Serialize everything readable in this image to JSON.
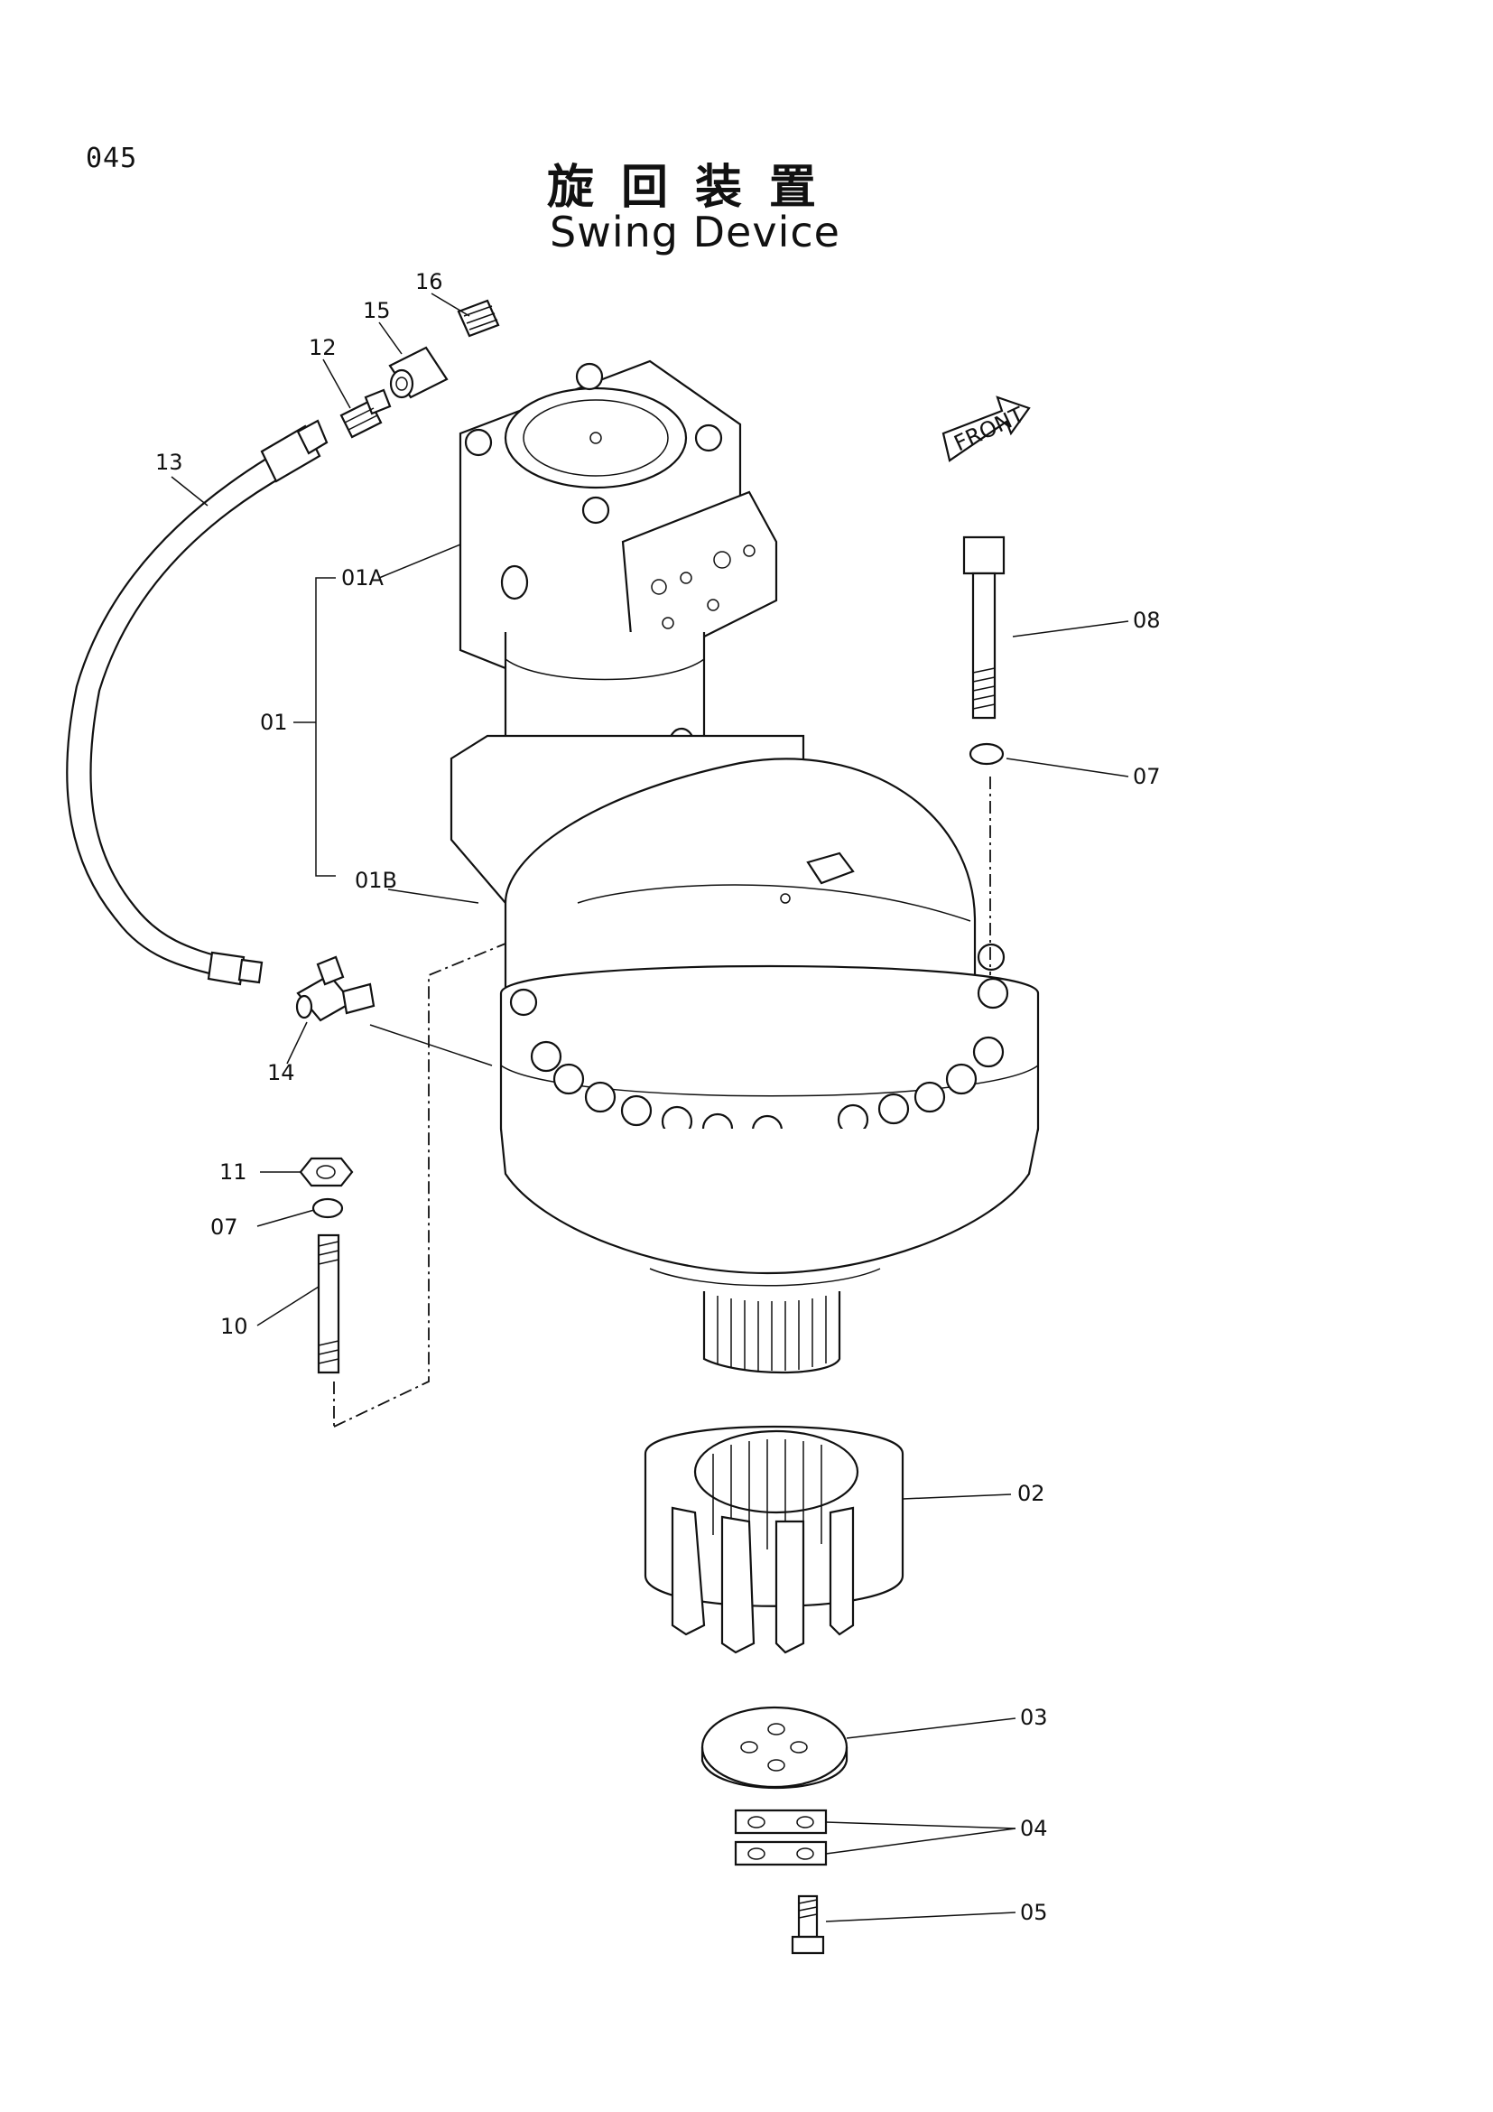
{
  "page_number": "045",
  "title_jp": "旋回装置",
  "title_en": "Swing Device",
  "front_arrow_text": "FRONT",
  "labels": {
    "p01": "01",
    "p01a": "01A",
    "p01b": "01B",
    "p02": "02",
    "p03": "03",
    "p04": "04",
    "p05": "05",
    "p07_right": "07",
    "p07_left": "07",
    "p08": "08",
    "p10": "10",
    "p11": "11",
    "p12": "12",
    "p13": "13",
    "p14": "14",
    "p15": "15",
    "p16": "16"
  }
}
